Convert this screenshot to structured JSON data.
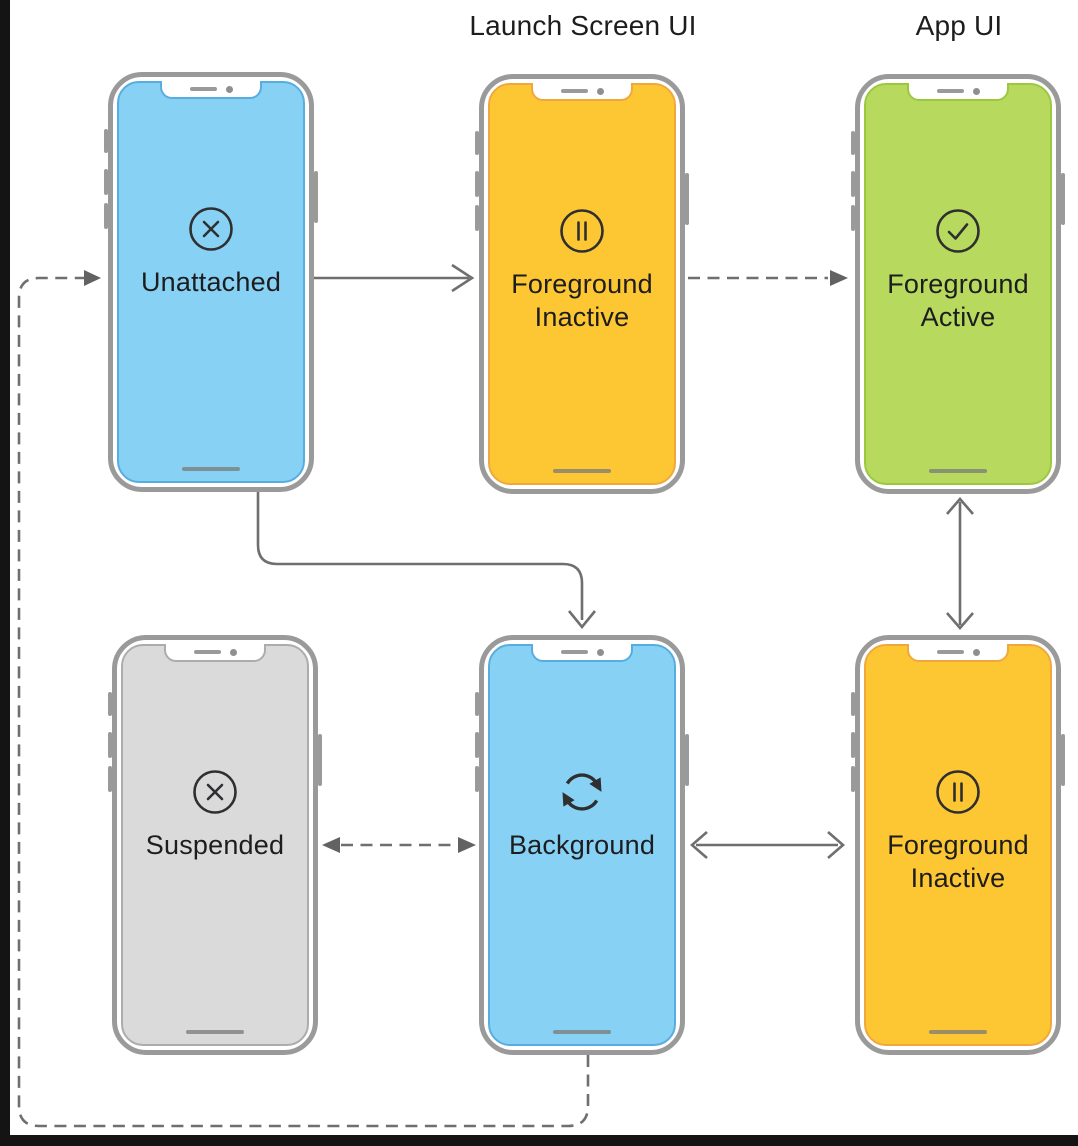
{
  "headers": {
    "launch_screen_ui": "Launch Screen UI",
    "app_ui": "App UI"
  },
  "states": [
    {
      "id": "unattached",
      "label": "Unattached",
      "icon": "x-circle-icon",
      "screen_color": "#87d2f4",
      "screen_border_color": "#58ade0"
    },
    {
      "id": "foreground-inactive-launch",
      "label": "Foreground\nInactive",
      "icon": "pause-circle-icon",
      "screen_color": "#fdc733",
      "screen_border_color": "#f0a83e"
    },
    {
      "id": "foreground-active",
      "label": "Foreground\nActive",
      "icon": "check-circle-icon",
      "screen_color": "#b7da5e",
      "screen_border_color": "#9cc83f"
    },
    {
      "id": "suspended",
      "label": "Suspended",
      "icon": "x-circle-icon",
      "screen_color": "#dadada",
      "screen_border_color": "#acacac"
    },
    {
      "id": "background",
      "label": "Background",
      "icon": "sync-circle-icon",
      "screen_color": "#87d2f4",
      "screen_border_color": "#58ade0"
    },
    {
      "id": "foreground-inactive-app",
      "label": "Foreground\nInactive",
      "icon": "pause-circle-icon",
      "screen_color": "#fdc733",
      "screen_border_color": "#f0a83e"
    }
  ],
  "transitions": [
    {
      "from": "background",
      "to": "unattached",
      "style": "dashed",
      "direction": "one-way"
    },
    {
      "from": "unattached",
      "to": "foreground-inactive-launch",
      "style": "solid",
      "direction": "one-way"
    },
    {
      "from": "foreground-inactive-launch",
      "to": "foreground-active",
      "style": "dashed",
      "direction": "one-way"
    },
    {
      "from": "unattached",
      "to": "background",
      "style": "solid",
      "direction": "one-way"
    },
    {
      "from": "foreground-active",
      "to": "foreground-inactive-app",
      "style": "solid",
      "direction": "two-way"
    },
    {
      "from": "suspended",
      "to": "background",
      "style": "dashed",
      "direction": "two-way"
    },
    {
      "from": "background",
      "to": "foreground-inactive-app",
      "style": "solid",
      "direction": "two-way"
    }
  ],
  "colors": {
    "phone_frame": "#9a9a9a",
    "arrow": "#6f6f6f",
    "icon_stroke": "#2f2f31",
    "label_text": "#1d1d1f",
    "border_bars": "#141414",
    "background": "#ffffff"
  }
}
